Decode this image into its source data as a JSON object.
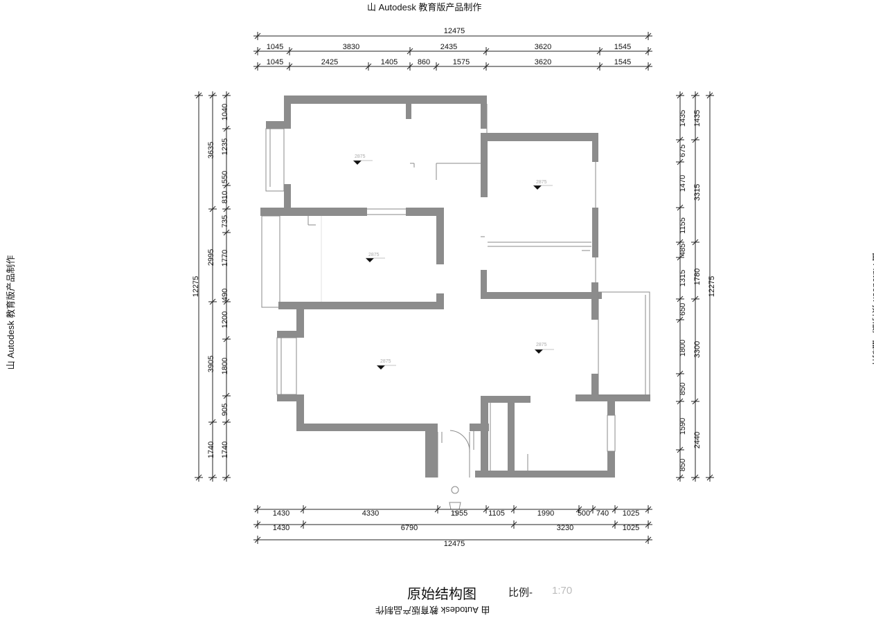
{
  "watermark": "由 Autodesk 教育版产品制作",
  "watermark_top": "山 Autodesk 教育版产品制作",
  "title": "原始结构图",
  "scale_label": "比例-",
  "scale_value": "1:70",
  "colors": {
    "wall": "#8c8c8c",
    "line": "#222222",
    "thin": "#888888"
  },
  "dims_top_total": "12475",
  "dims_top_row1": [
    "1045",
    "3830",
    "2435",
    "3620",
    "1545"
  ],
  "dims_top_row2": [
    "1045",
    "2425",
    "1405",
    "860",
    "1575",
    "3620",
    "1545"
  ],
  "dims_bottom_row1": [
    "1430",
    "4330",
    "1955",
    "1105",
    "1990",
    "500",
    "740",
    "1025"
  ],
  "dims_bottom_row2": [
    "1430",
    "6790",
    "3230",
    "1025"
  ],
  "dims_bottom_total": "12475",
  "dims_left_total": "12275",
  "dims_left_outer": [
    "3635",
    "2995",
    "3905",
    "1740"
  ],
  "dims_left_inner": [
    "1040",
    "1235",
    "550",
    "810",
    "735",
    "1770",
    "490",
    "1200",
    "1800",
    "905",
    "1740"
  ],
  "dims_right_inner": [
    "1435",
    "675",
    "1470",
    "1155",
    "485",
    "1315",
    "650",
    "1800",
    "850",
    "1590",
    "850"
  ],
  "dims_right_outer": [
    "1435",
    "3315",
    "1780",
    "3300",
    "2440"
  ],
  "dims_right_total": "12275",
  "room_levels": [
    "2875",
    "2875",
    "2875",
    "2875",
    "2875"
  ]
}
